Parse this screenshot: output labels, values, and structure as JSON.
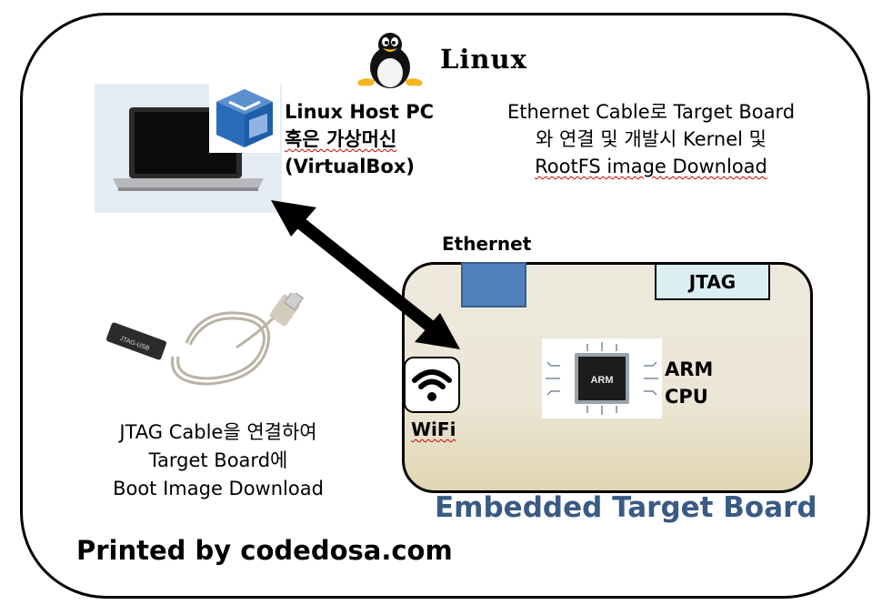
{
  "diagram": {
    "linux_title": "Linux",
    "host": {
      "line1": "Linux Host PC",
      "line2": "혹은 가상머신",
      "line3": "(VirtualBox)"
    },
    "ethernet_description": {
      "line1": "Ethernet Cable로 Target Board",
      "line2": "와 연결 및 개발시 Kernel 및",
      "line3": "RootFS image Download"
    },
    "ethernet_label": "Ethernet",
    "jtag_port_label": "JTAG",
    "cpu_chip_text": "ARM",
    "cpu_label": {
      "line1": "ARM",
      "line2": "CPU"
    },
    "wifi_label": "WiFi",
    "board_title": "Embedded Target Board",
    "jtag_description": {
      "line1": "JTAG Cable을 연결하여",
      "line2": "Target Board에",
      "line3": "Boot Image Download"
    },
    "footer": "Printed by codedosa.com",
    "jtag_cable_text": "JTAG-USB"
  },
  "colors": {
    "ethernet_port": "#4f81bd",
    "jtag_port": "#dbeef4",
    "board_title": "#3a5a85",
    "board_background": "#ebe6d6"
  },
  "icons": [
    "tux-penguin-icon",
    "laptop-icon",
    "virtualbox-icon",
    "wifi-icon",
    "arm-chip-icon",
    "jtag-usb-cable-icon",
    "double-arrow-icon"
  ]
}
